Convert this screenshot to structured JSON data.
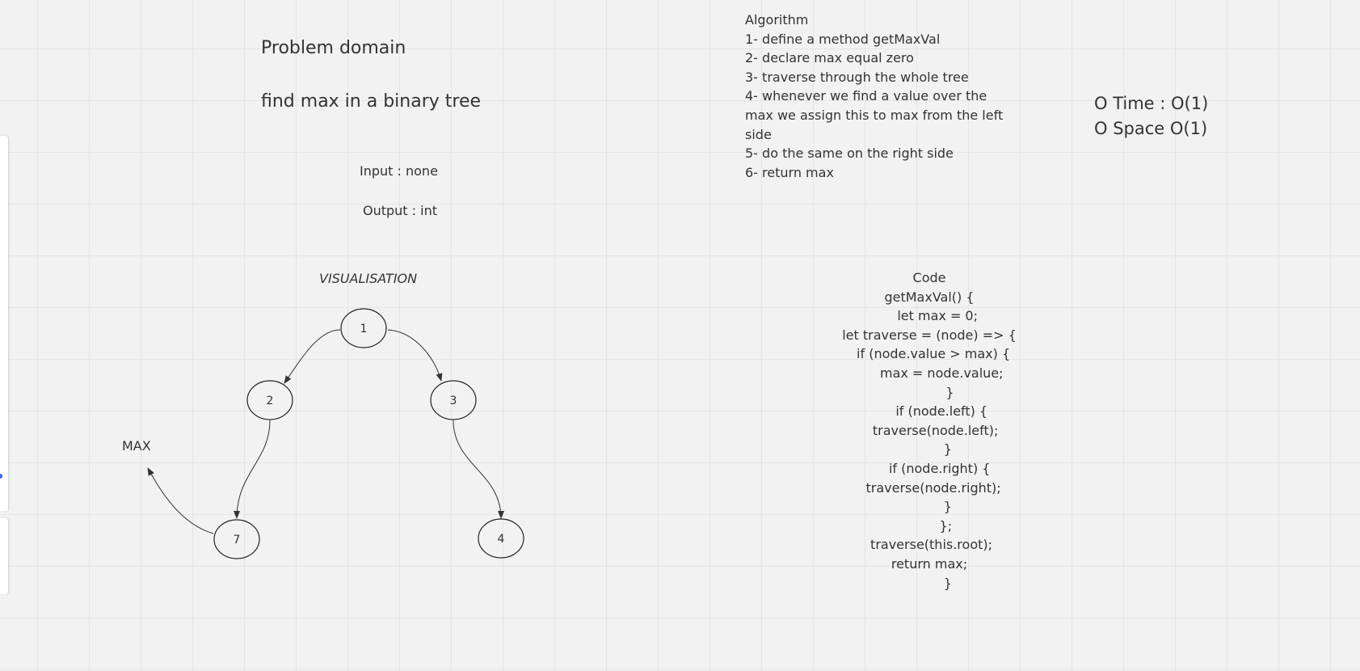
{
  "problem": {
    "heading": "Problem domain",
    "statement": "find max in a binary tree",
    "input": "Input : none",
    "output": "Output : int"
  },
  "visualisation": {
    "label": "VISUALISATION",
    "max_label": "MAX",
    "nodes": [
      {
        "id": "n1",
        "value": "1"
      },
      {
        "id": "n2",
        "value": "2"
      },
      {
        "id": "n3",
        "value": "3"
      },
      {
        "id": "n7",
        "value": "7"
      },
      {
        "id": "n4",
        "value": "4"
      }
    ],
    "edges": [
      {
        "from": "1",
        "to": "2"
      },
      {
        "from": "1",
        "to": "3"
      },
      {
        "from": "2",
        "to": "7"
      },
      {
        "from": "3",
        "to": "4"
      },
      {
        "from": "7",
        "to": "MAX"
      }
    ]
  },
  "algorithm": {
    "title": "Algorithm",
    "steps": [
      "1- define a method getMaxVal",
      "2- declare max equal zero",
      "3- traverse through the whole tree",
      "4- whenever we find a value over the max we assign this to max from the left side",
      "5- do the same on the right side",
      "6- return max"
    ]
  },
  "complexity": {
    "time": "O Time : O(1)",
    "space": "O Space O(1)"
  },
  "code": {
    "title": "Code",
    "lines": [
      "getMaxVal() {",
      "    let max = 0;",
      "let traverse = (node) => {",
      "  if (node.value > max) {",
      "      max = node.value;",
      "          }",
      "      if (node.left) {",
      "   traverse(node.left);",
      "         }",
      "     if (node.right) {",
      "  traverse(node.right);",
      "         }",
      "        };",
      " traverse(this.root);",
      "return max;",
      "         }"
    ]
  },
  "colors": {
    "background": "#f2f2f2",
    "grid": "#e5e5e5",
    "text": "#333333",
    "accent_dot": "#4262ff"
  }
}
